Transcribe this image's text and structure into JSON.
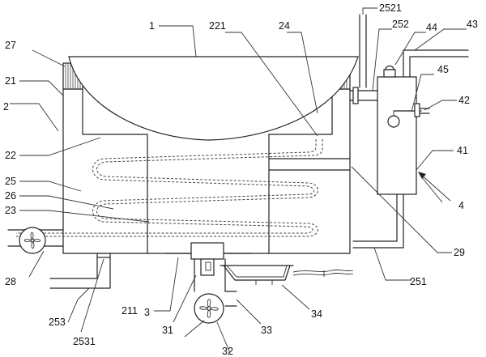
{
  "figure": {
    "labels": {
      "l1": "1",
      "l2": "2",
      "l3": "3",
      "l4": "4",
      "l21": "21",
      "l22": "22",
      "l23": "23",
      "l24": "24",
      "l25": "25",
      "l26": "26",
      "l27": "27",
      "l28": "28",
      "l29": "29",
      "l31": "31",
      "l32": "32",
      "l33": "33",
      "l34": "34",
      "l41": "41",
      "l42": "42",
      "l43": "43",
      "l44": "44",
      "l45": "45",
      "l211": "211",
      "l221": "221",
      "l251": "251",
      "l252": "252",
      "l253": "253",
      "l2521": "2521",
      "l2531": "2531"
    }
  }
}
